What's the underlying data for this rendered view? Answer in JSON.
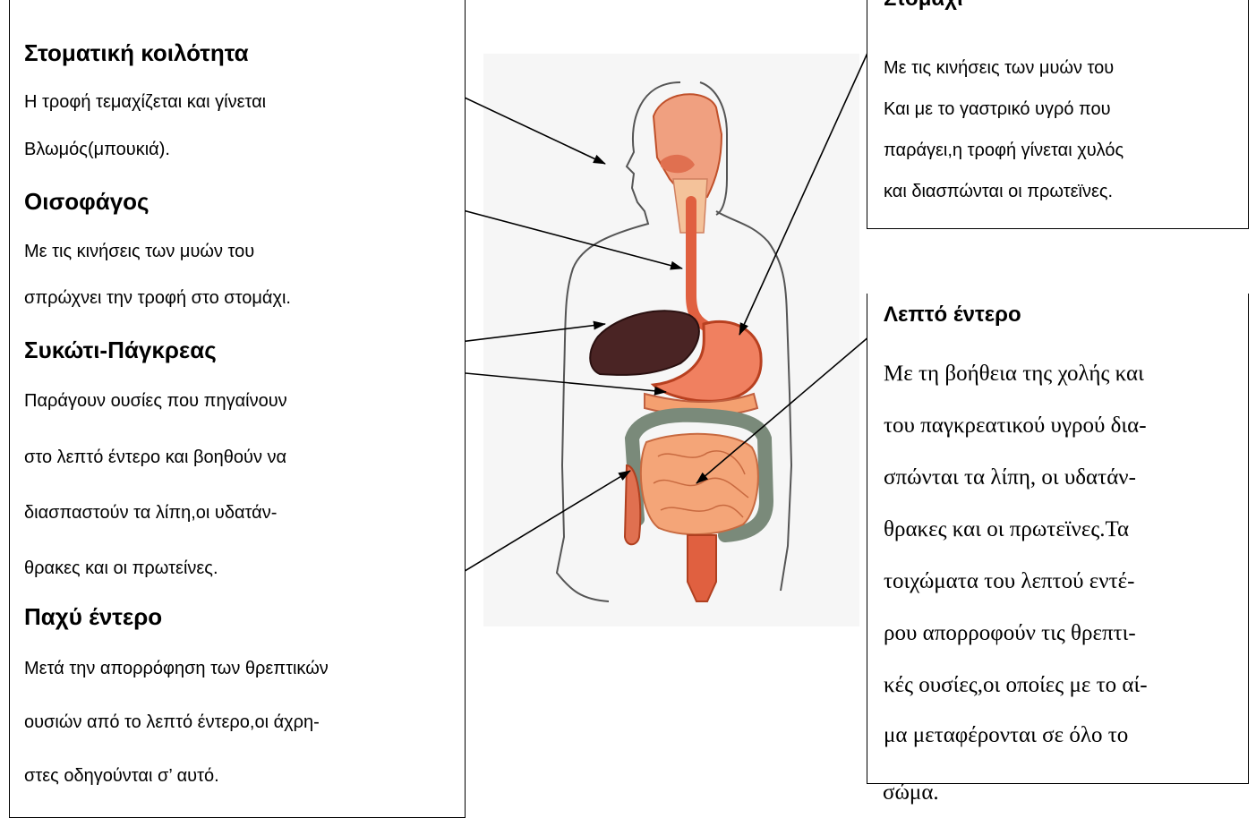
{
  "left_panel": {
    "sections": [
      {
        "heading": "Στοματική κοιλότητα",
        "lines": [
          "Η τροφή τεμαχίζεται και γίνεται",
          "Βλωμός(μπουκιά)."
        ]
      },
      {
        "heading": "Οισοφάγος",
        "lines": [
          "Με τις κινήσεις των μυών του",
          "σπρώχνει την τροφή στο στομάχι."
        ]
      },
      {
        "heading": "Συκώτι-Πάγκρεας",
        "lines": [
          "Παράγουν ουσίες που πηγαίνουν",
          "στο λεπτό έντερο και βοηθούν να",
          "διασπαστούν τα λίπη,οι υδατάν-",
          "θρακες και οι πρωτείνες."
        ]
      },
      {
        "heading": "Παχύ έντερο",
        "lines": [
          "Μετά την απορρόφηση των θρεπτικών",
          "ουσιών από το λεπτό έντερο,οι άχρη-",
          "στες οδηγούνται σ’ αυτό."
        ]
      }
    ]
  },
  "right_top_panel": {
    "heading": "Στομάχι",
    "lines": [
      "Με τις κινήσεις των μυών του",
      "Και με το γαστρικό υγρό που",
      "παράγει,η τροφή γίνεται χυλός",
      "και διασπώνται οι πρωτεϊνες."
    ]
  },
  "right_bottom_panel": {
    "heading": "Λεπτό έντερο",
    "lines": [
      "Με τη βοήθεια της χολής και",
      "του παγκρεατικού υγρού δια-",
      "σπώνται τα λίπη, οι υδατάν-",
      "θρακες και οι πρωτεϊνες.Τα",
      "τοιχώματα του λεπτού εντέ-",
      "ρου απορροφούν τις θρεπτι-",
      "κές ουσίες,οι οποίες με το αί-",
      "μα μεταφέρονται σε όλο το",
      "σώμα."
    ]
  }
}
